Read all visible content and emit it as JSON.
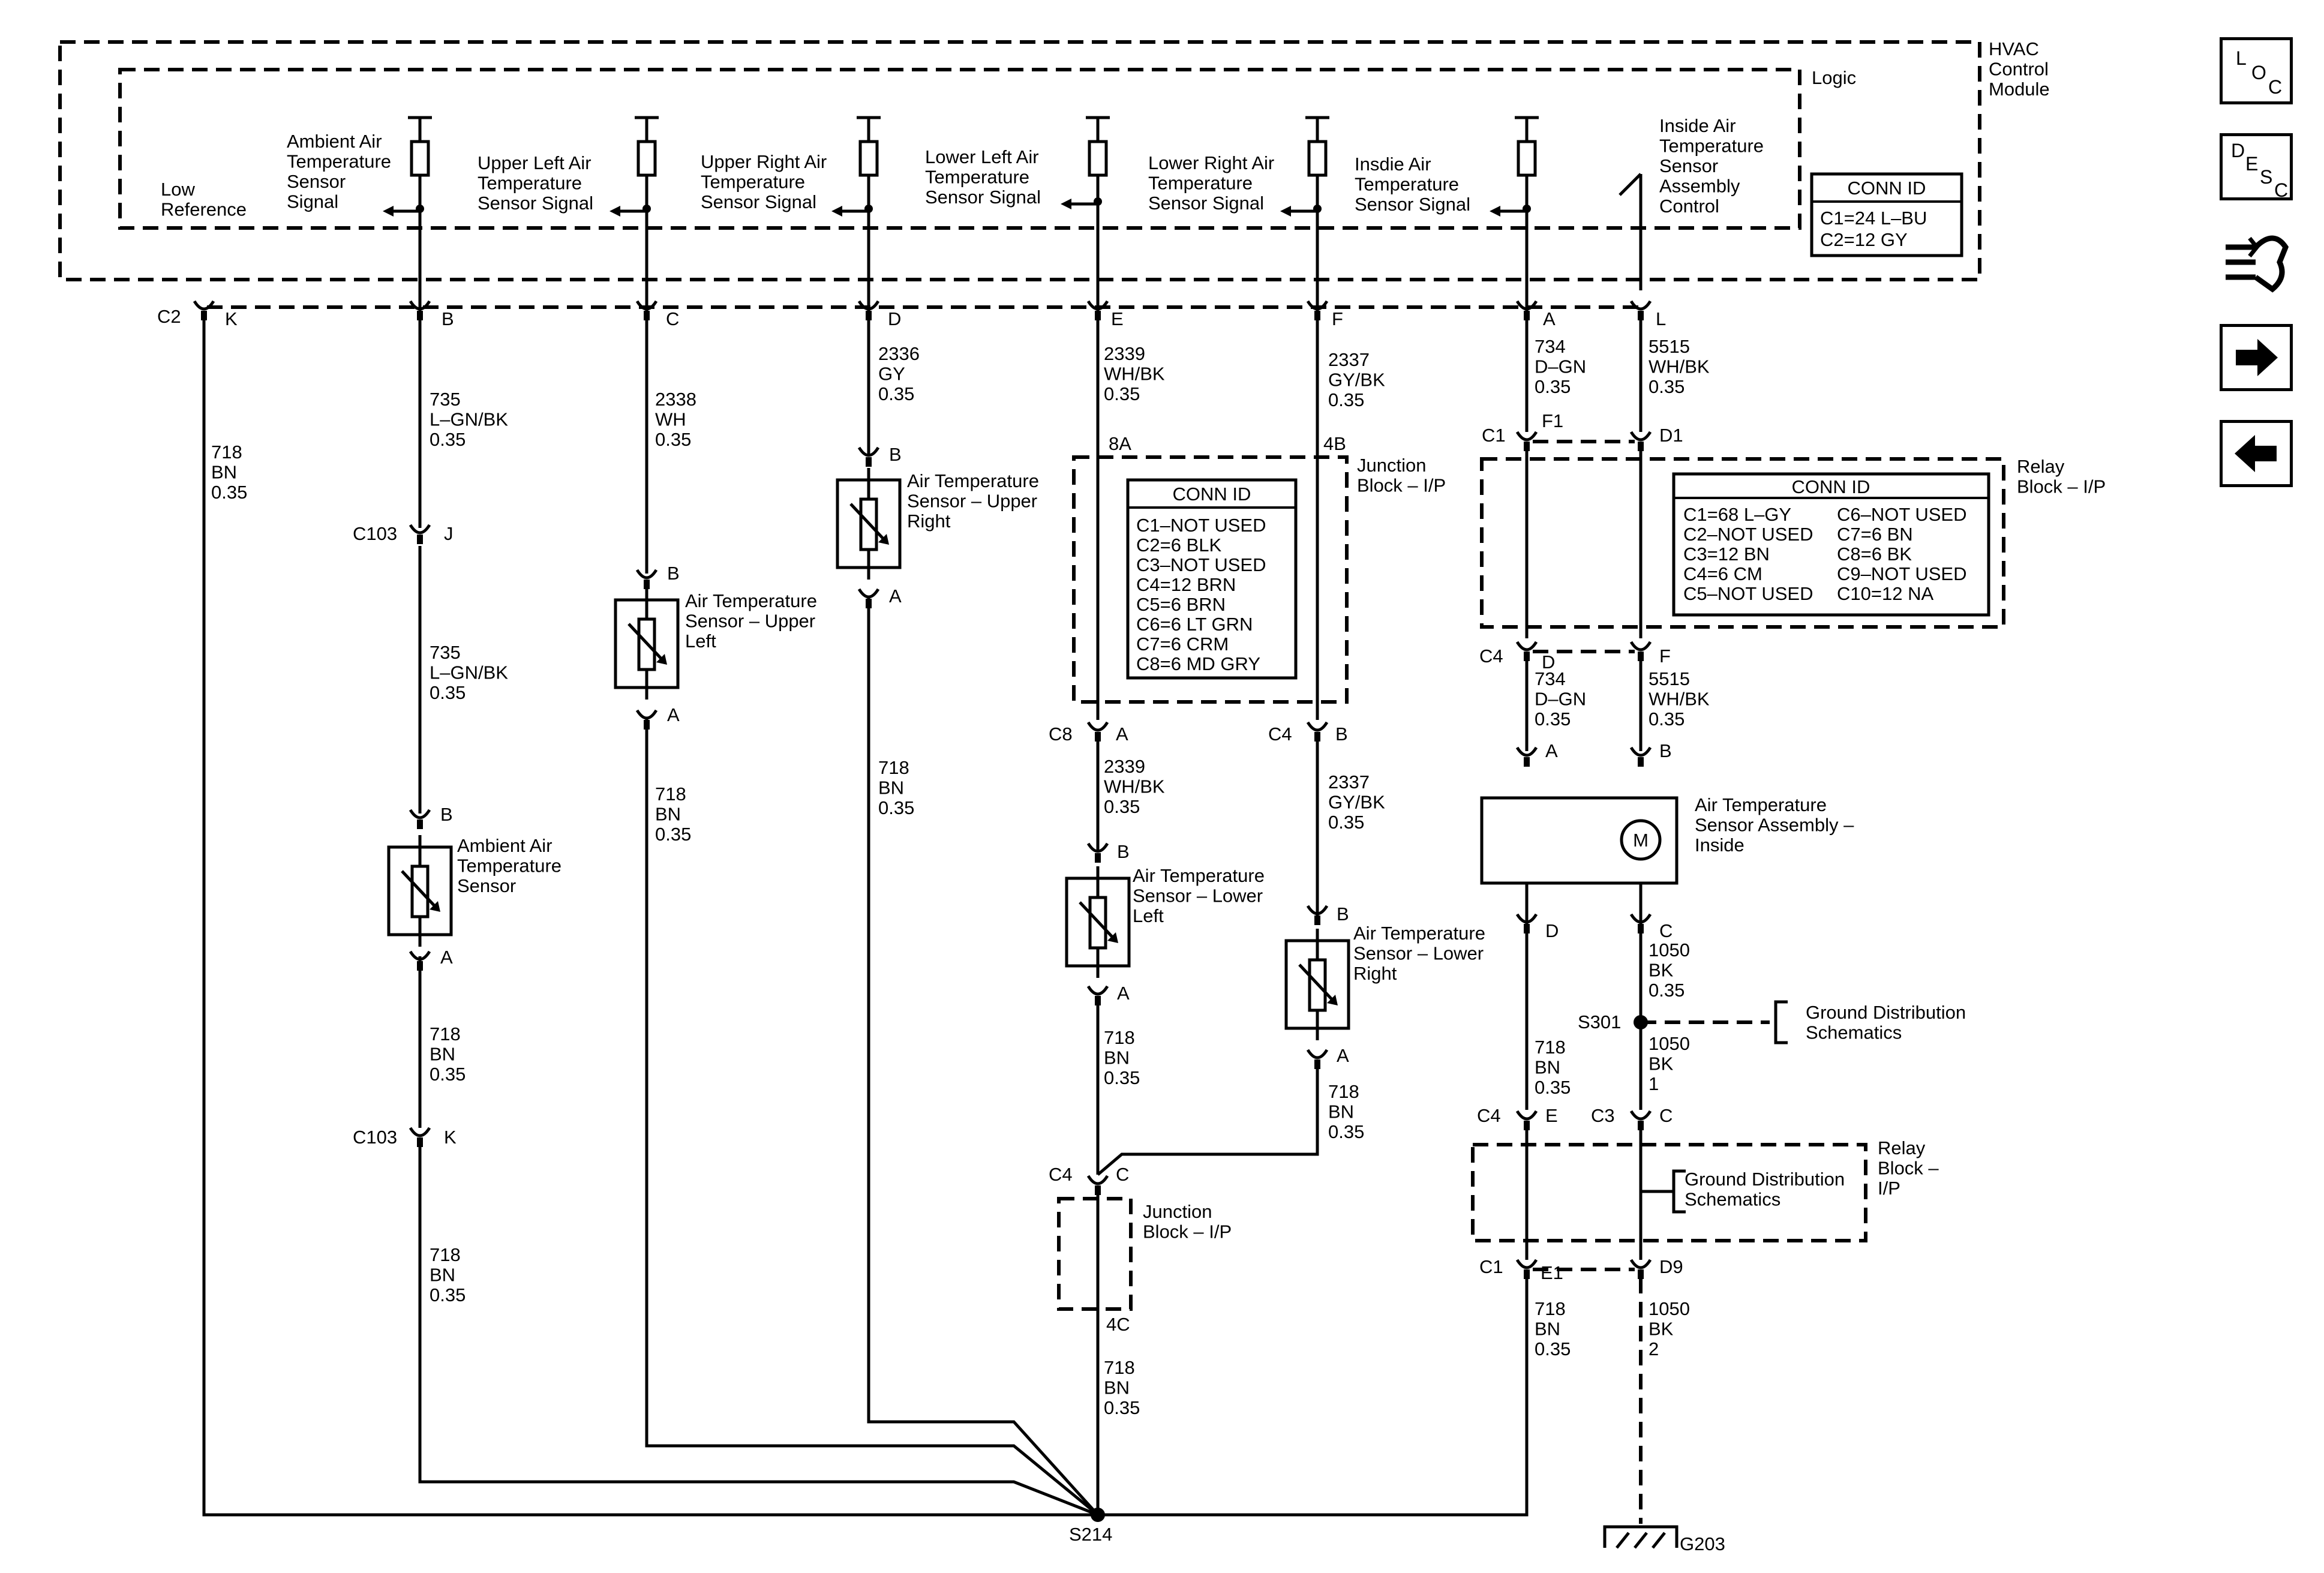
{
  "module": {
    "name": "HVAC\nControl\nModule",
    "logic": "Logic"
  },
  "conn_module": {
    "title": "CONN ID",
    "rows": [
      "C1=24 L–BU",
      "C2=12 GY"
    ]
  },
  "conn_jb": {
    "title": "CONN ID",
    "rows": [
      "C1–NOT USED",
      "C2=6 BLK",
      "C3–NOT USED",
      "C4=12 BRN",
      "C5=6 BRN",
      "C6=6 LT GRN",
      "C7=6 CRM",
      "C8=6 MD GRY"
    ]
  },
  "conn_relay": {
    "title": "CONN ID",
    "left": [
      "C1=68 L–GY",
      "C2–NOT USED",
      "C3=12 BN",
      "C4=6 CM",
      "C5–NOT USED"
    ],
    "right": [
      "C6–NOT USED",
      "C7=6 BN",
      "C8=6 BK",
      "C9–NOT USED",
      "C10=12 NA"
    ]
  },
  "signals": {
    "low": "Low\nReference",
    "ambient": "Ambient Air\nTemperature\nSensor\nSignal",
    "upper_left": "Upper Left Air\nTemperature\nSensor Signal",
    "upper_right": "Upper Right Air\nTemperature\nSensor Signal",
    "lower_left": "Lower Left Air\nTemperature\nSensor Signal",
    "lower_right": "Lower Right Air\nTemperature\nSensor Signal",
    "inside": "Insdie Air\nTemperature\nSensor Signal",
    "assembly": "Inside Air\nTemperature\nSensor\nAssembly\nControl"
  },
  "pins": {
    "c2": "C2",
    "k": "K",
    "b": "B",
    "c": "C",
    "d": "D",
    "e": "E",
    "f": "F",
    "a": "A",
    "l": "L"
  },
  "wires": {
    "w718_main": "718\nBN\n0.35",
    "w735a": "735\nL–GN/BK\n0.35",
    "w735b": "735\nL–GN/BK\n0.35",
    "w718_amb": "718\nBN\n0.35",
    "w718_amb2": "718\nBN\n0.35",
    "w2338": "2338\nWH\n0.35",
    "w718_ul": "718\nBN\n0.35",
    "w2336": "2336\nGY\n0.35",
    "w718_ur": "718\nBN\n0.35",
    "w2339a": "2339\nWH/BK\n0.35",
    "w2339b": "2339\nWH/BK\n0.35",
    "w718_ll": "718\nBN\n0.35",
    "w718_jb": "718\nBN\n0.35",
    "w2337a": "2337\nGY/BK\n0.35",
    "w2337b": "2337\nGY/BK\n0.35",
    "w718_lr": "718\nBN\n0.35",
    "w734a": "734\nD–GN\n0.35",
    "w734b": "734\nD–GN\n0.35",
    "w718_in": "718\nBN\n0.35",
    "w718_in2": "718\nBN\n0.35",
    "w5515a": "5515\nWH/BK\n0.35",
    "w5515b": "5515\nWH/BK\n0.35",
    "w1050a": "1050\nBK\n0.35",
    "w1050b": "1050\nBK\n1",
    "w1050c": "1050\nBK\n2"
  },
  "connectors": {
    "c103j": "C103",
    "j": "J",
    "c103k": "C103",
    "k2": "K",
    "amb_b": "B",
    "amb_a": "A",
    "ul_b": "B",
    "ul_a": "A",
    "ur_b": "B",
    "ur_a": "A",
    "jb8a": "8A",
    "jb4b": "4B",
    "c8": "C8",
    "c8a": "A",
    "c4b": "C4",
    "c4bp": "B",
    "ll_b": "B",
    "ll_a": "A",
    "lr_b": "B",
    "lr_a": "A",
    "c4c": "C4",
    "c4cp": "C",
    "jb4c": "4C",
    "c1": "C1",
    "f1": "F1",
    "d1": "D1",
    "c4d": "C4",
    "dpin": "D",
    "fpin": "F",
    "asm_a": "A",
    "asm_b": "B",
    "asm_d": "D",
    "asm_c": "C",
    "c4e": "C4",
    "epin": "E",
    "c3": "C3",
    "c3c": "C",
    "c1e": "C1",
    "e1": "E1",
    "d9": "D9"
  },
  "components": {
    "ambient": "Ambient Air\nTemperature\nSensor",
    "upper_left": "Air Temperature\nSensor – Upper\nLeft",
    "upper_right": "Air Temperature\nSensor – Upper\nRight",
    "lower_left": "Air Temperature\nSensor – Lower\nLeft",
    "lower_right": "Air Temperature\nSensor – Lower\nRight",
    "assembly": "Air Temperature\nSensor Assembly –\nInside",
    "motor": "M",
    "junction1": "Junction\nBlock – I/P",
    "junction2": "Junction\nBlock – I/P",
    "relay1": "Relay\nBlock – I/P",
    "relay2": "Relay\nBlock –\nI/P",
    "ground1": "Ground Distribution\nSchematics",
    "ground2": "Ground Distribution\nSchematics"
  },
  "splices": {
    "s214": "S214",
    "s301": "S301",
    "g203": "G203"
  },
  "nav": {
    "loc": [
      "L",
      "O",
      "C"
    ],
    "desc": [
      "D",
      "E",
      "S",
      "C"
    ],
    "icons": [
      "harness-icon",
      "arrow-right-icon",
      "arrow-left-icon"
    ]
  }
}
